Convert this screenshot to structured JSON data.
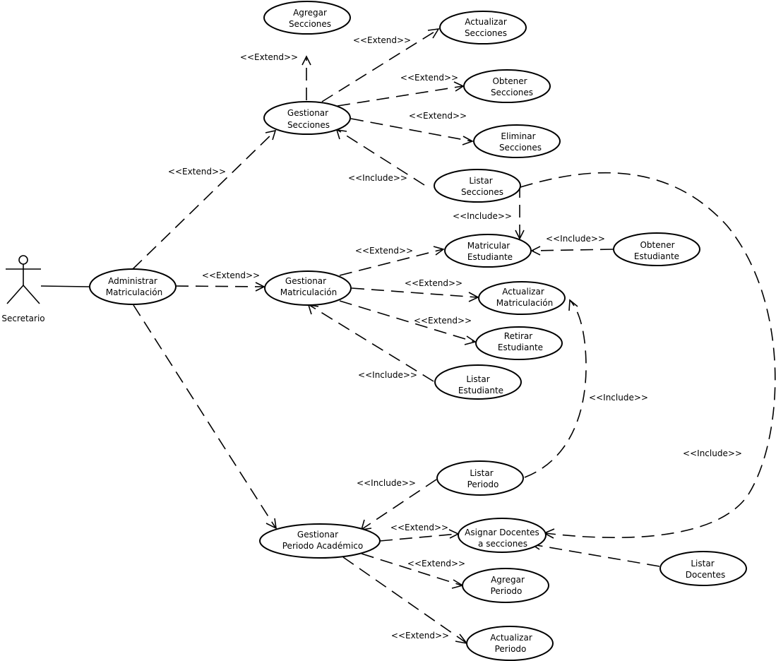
{
  "actor": {
    "name": "Secretario"
  },
  "use_cases": {
    "admin": [
      "Administrar",
      "Matriculación"
    ],
    "gest_secc": [
      "Gestionar",
      "Secciones"
    ],
    "agregar_secc": [
      "Agregar",
      "Secciones"
    ],
    "actualizar_secc": [
      "Actualizar",
      "Secciones"
    ],
    "obtener_secc": [
      "Obtener",
      "Secciones"
    ],
    "eliminar_secc": [
      "Eliminar",
      "Secciones"
    ],
    "listar_secc": [
      "Listar",
      "Secciones"
    ],
    "matricular_est": [
      "Matricular",
      "Estudiante"
    ],
    "obtener_est": [
      "Obtener",
      "Estudiante"
    ],
    "gest_matr": [
      "Gestionar",
      "Matriculación"
    ],
    "actualizar_matr": [
      "Actualizar",
      "Matriculación"
    ],
    "retirar_est": [
      "Retirar",
      "Estudiante"
    ],
    "listar_est": [
      "Listar",
      "Estudiante"
    ],
    "listar_periodo": [
      "Listar",
      "Periodo"
    ],
    "gest_periodo": [
      "Gestionar",
      "Periodo Académico"
    ],
    "asignar_doc": [
      "Asignar Docentes",
      "a secciones"
    ],
    "listar_doc": [
      "Listar",
      "Docentes"
    ],
    "agregar_periodo": [
      "Agregar",
      "Periodo"
    ],
    "actualizar_periodo": [
      "Actualizar",
      "Periodo"
    ]
  },
  "relations": [
    {
      "from": "gest_secc",
      "to": "agregar_secc",
      "label": "<<Extend>>"
    },
    {
      "from": "gest_secc",
      "to": "actualizar_secc",
      "label": "<<Extend>>"
    },
    {
      "from": "gest_secc",
      "to": "obtener_secc",
      "label": "<<Extend>>"
    },
    {
      "from": "gest_secc",
      "to": "eliminar_secc",
      "label": "<<Extend>>"
    },
    {
      "from": "listar_secc",
      "to": "gest_secc",
      "label": "<<Include>>"
    },
    {
      "from": "admin",
      "to": "gest_secc",
      "label": "<<Extend>>"
    },
    {
      "from": "listar_secc",
      "to": "matricular_est",
      "label": "<<Include>>"
    },
    {
      "from": "obtener_est",
      "to": "matricular_est",
      "label": "<<Include>>"
    },
    {
      "from": "admin",
      "to": "gest_matr",
      "label": "<<Extend>>"
    },
    {
      "from": "gest_matr",
      "to": "matricular_est",
      "label": "<<Extend>>"
    },
    {
      "from": "gest_matr",
      "to": "actualizar_matr",
      "label": "<<Extend>>"
    },
    {
      "from": "gest_matr",
      "to": "retirar_est",
      "label": "<<Extend>>"
    },
    {
      "from": "listar_est",
      "to": "gest_matr",
      "label": "<<Include>>"
    },
    {
      "from": "listar_periodo",
      "to": "actualizar_matr",
      "label": "<<Include>>"
    },
    {
      "from": "listar_secc",
      "to": "asignar_doc",
      "label": "<<Include>>"
    },
    {
      "from": "admin",
      "to": "gest_periodo",
      "label": ""
    },
    {
      "from": "listar_periodo",
      "to": "gest_periodo",
      "label": "<<Include>>"
    },
    {
      "from": "gest_periodo",
      "to": "asignar_doc",
      "label": "<<Extend>>"
    },
    {
      "from": "listar_doc",
      "to": "asignar_doc",
      "label": ""
    },
    {
      "from": "gest_periodo",
      "to": "agregar_periodo",
      "label": "<<Extend>>"
    },
    {
      "from": "gest_periodo",
      "to": "actualizar_periodo",
      "label": "<<Extend>>"
    }
  ]
}
